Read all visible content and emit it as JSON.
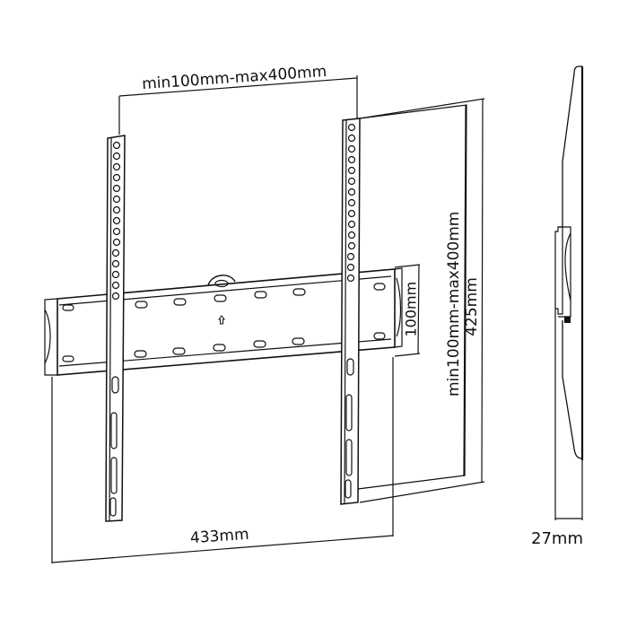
{
  "diagram": {
    "type": "tv-wall-mount-dimension-drawing",
    "line_color": "#111111",
    "background": "#ffffff",
    "labels": {
      "vesa_horizontal": "min100mm-max400mm",
      "vesa_vertical": "min100mm-max400mm",
      "plate_height": "100mm",
      "bracket_height": "425mm",
      "plate_width": "433mm",
      "depth": "27mm"
    },
    "views": {
      "front": "front-view",
      "side": "side-view"
    },
    "icons": {
      "up_arrow": "⇧"
    }
  }
}
